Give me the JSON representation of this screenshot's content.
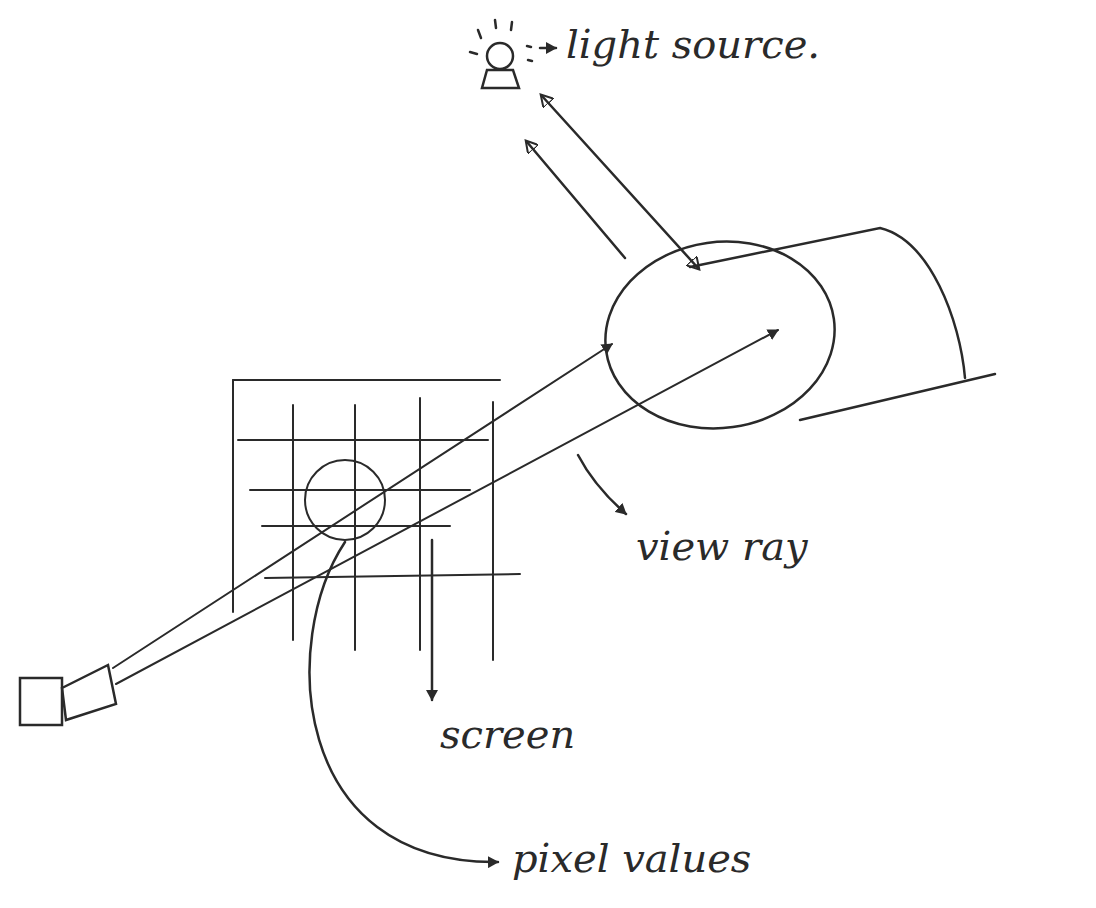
{
  "diagram": {
    "labels": [
      "light source.",
      "view ray",
      "screen",
      "pixel values"
    ]
  }
}
